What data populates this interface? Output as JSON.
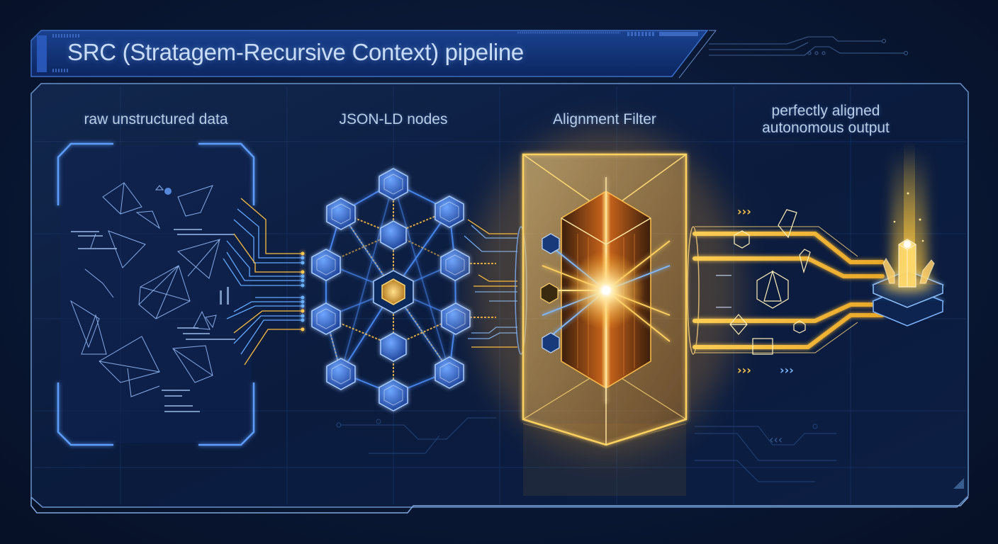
{
  "header": {
    "title": "SRC (Stratagem-Recursive Context) pipeline"
  },
  "stages": [
    {
      "id": "raw",
      "label": "raw unstructured data",
      "icon": "scattered-polyhedra-icon"
    },
    {
      "id": "jsonld",
      "label": "JSON-LD nodes",
      "icon": "hexagon-network-icon"
    },
    {
      "id": "filter",
      "label": "Alignment Filter",
      "icon": "prism-icon"
    },
    {
      "id": "output",
      "label_line1": "perfectly aligned",
      "label_line2": "autonomous output",
      "icon": "crystal-platform-icon"
    }
  ],
  "decorations": {
    "flow_chevrons": [
      "›››",
      "›››",
      "›››"
    ],
    "footer_chevrons": "‹‹‹"
  },
  "colors": {
    "background": "#071127",
    "panel": "#0c1c3d",
    "header": "#0f2e6b",
    "accent_blue": "#4c8dff",
    "accent_gold": "#ffc247",
    "text": "#b8cde8"
  }
}
